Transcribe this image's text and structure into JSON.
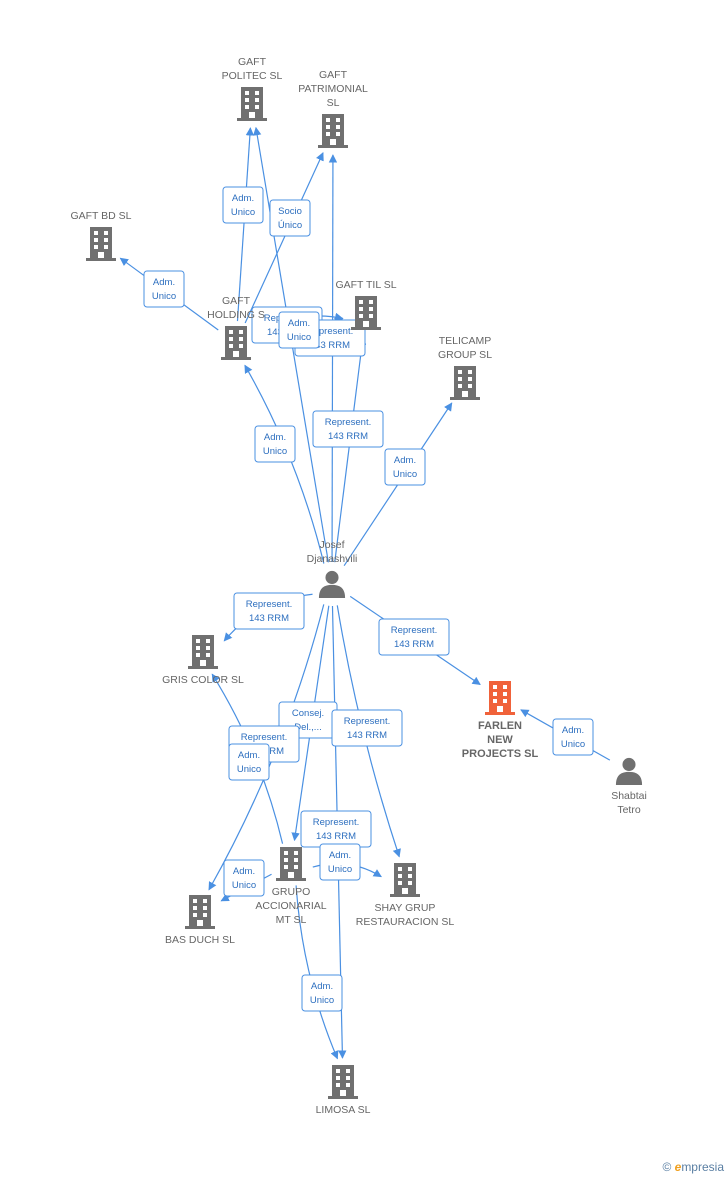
{
  "colors": {
    "building": "#707070",
    "building_focus": "#f0623a",
    "person": "#707070",
    "edge": "#4a90e2"
  },
  "nodes": [
    {
      "id": "gaft_politec",
      "kind": "company",
      "lines": [
        "GAFT",
        "POLITEC  SL"
      ]
    },
    {
      "id": "gaft_patrimonial",
      "kind": "company",
      "lines": [
        "GAFT",
        "PATRIMONIAL",
        "SL"
      ]
    },
    {
      "id": "gaft_bd",
      "kind": "company",
      "lines": [
        "GAFT BD  SL"
      ]
    },
    {
      "id": "gaft_holding",
      "kind": "company",
      "lines": [
        "GAFT",
        "HOLDING  S"
      ]
    },
    {
      "id": "gaft_til",
      "kind": "company",
      "lines": [
        "GAFT TIL  SL"
      ]
    },
    {
      "id": "telicamp",
      "kind": "company",
      "lines": [
        "TELICAMP",
        "GROUP SL"
      ]
    },
    {
      "id": "josef",
      "kind": "person",
      "lines": [
        "Josef",
        "Djanashvili"
      ]
    },
    {
      "id": "gris_color",
      "kind": "company",
      "lines": [
        "GRIS COLOR SL"
      ]
    },
    {
      "id": "farlen",
      "kind": "company_focus",
      "lines": [
        "FARLEN",
        "NEW",
        "PROJECTS SL"
      ]
    },
    {
      "id": "shabtai",
      "kind": "person",
      "lines": [
        "Shabtai",
        "Tetro"
      ]
    },
    {
      "id": "grupo_accionarial",
      "kind": "company",
      "lines": [
        "GRUPO",
        "ACCIONARIAL",
        "MT SL"
      ]
    },
    {
      "id": "shay_grup",
      "kind": "company",
      "lines": [
        "SHAY GRUP",
        "RESTAURACION SL"
      ]
    },
    {
      "id": "bas_duch",
      "kind": "company",
      "lines": [
        "BAS DUCH SL"
      ]
    },
    {
      "id": "limosa",
      "kind": "company",
      "lines": [
        "LIMOSA SL"
      ]
    }
  ],
  "edges": [
    {
      "from": "gaft_holding",
      "to": "gaft_politec",
      "lines": [
        "Adm.",
        "Unico"
      ]
    },
    {
      "from": "gaft_holding",
      "to": "gaft_patrimonial",
      "lines": [
        "Socio",
        "Único"
      ]
    },
    {
      "from": "gaft_holding",
      "to": "gaft_bd",
      "lines": [
        "Adm.",
        "Unico"
      ]
    },
    {
      "from": "gaft_holding",
      "to": "gaft_til",
      "lines": [
        "Represent.",
        "143 RRM"
      ]
    },
    {
      "from": "gaft_holding",
      "to": "gaft_til",
      "lines": [
        "Represent.",
        "143 RRM"
      ]
    },
    {
      "from": "gaft_holding",
      "to": "gaft_til",
      "lines": [
        "Adm.",
        "Unico"
      ]
    },
    {
      "from": "josef",
      "to": "gaft_holding",
      "lines": [
        "Adm.",
        "Unico"
      ]
    },
    {
      "from": "josef",
      "to": "gaft_til",
      "lines": [
        "Represent.",
        "143 RRM"
      ]
    },
    {
      "from": "josef",
      "to": "telicamp",
      "lines": [
        "Adm.",
        "Unico"
      ]
    },
    {
      "from": "josef",
      "to": "gaft_politec",
      "lines": []
    },
    {
      "from": "josef",
      "to": "gaft_patrimonial",
      "lines": []
    },
    {
      "from": "josef",
      "to": "gris_color",
      "lines": [
        "Represent.",
        "143 RRM"
      ]
    },
    {
      "from": "josef",
      "to": "farlen",
      "lines": [
        "Represent.",
        "143 RRM"
      ]
    },
    {
      "from": "shabtai",
      "to": "farlen",
      "lines": [
        "Adm.",
        "Unico"
      ]
    },
    {
      "from": "josef",
      "to": "grupo_accionarial",
      "lines": [
        "Consej.",
        "Del.,..."
      ]
    },
    {
      "from": "josef",
      "to": "shay_grup",
      "lines": [
        "Represent.",
        "143 RRM"
      ]
    },
    {
      "from": "josef",
      "to": "bas_duch",
      "lines": [
        "Represent.",
        "143 RRM"
      ]
    },
    {
      "from": "josef",
      "to": "limosa",
      "lines": [
        "Represent.",
        "143 RRM"
      ]
    },
    {
      "from": "grupo_accionarial",
      "to": "gris_color",
      "lines": [
        "Adm.",
        "Unico"
      ]
    },
    {
      "from": "grupo_accionarial",
      "to": "bas_duch",
      "lines": [
        "Adm.",
        "Unico"
      ]
    },
    {
      "from": "grupo_accionarial",
      "to": "limosa",
      "lines": [
        "Adm.",
        "Unico"
      ]
    },
    {
      "from": "grupo_accionarial",
      "to": "shay_grup",
      "lines": [
        "Adm.",
        "Unico"
      ]
    }
  ],
  "footer": {
    "copyright": "©",
    "brand_first": "e",
    "brand_rest": "mpresia"
  }
}
